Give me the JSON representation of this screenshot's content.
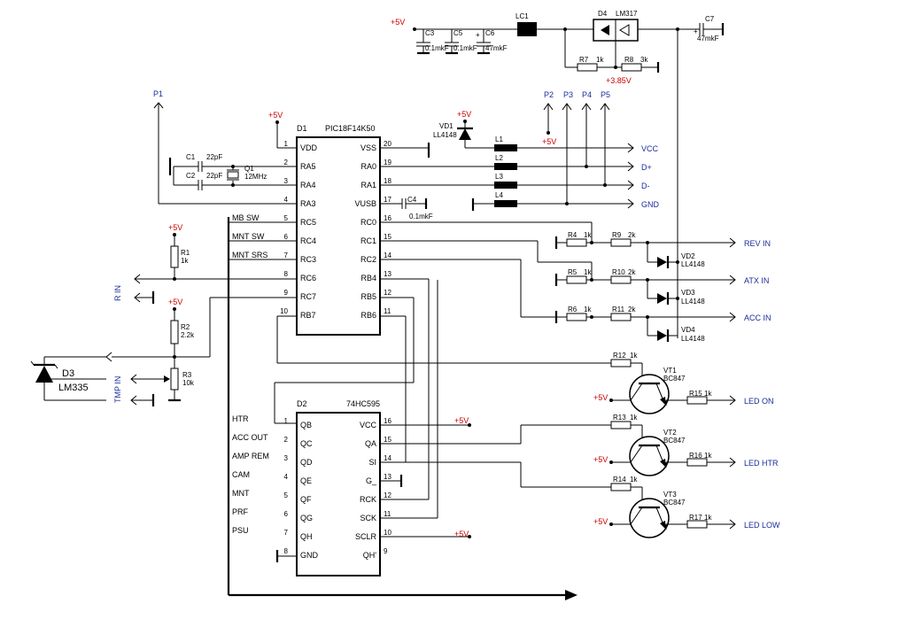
{
  "colors": {
    "power": "#cc0000",
    "port": "#1a2d9a",
    "line": "#000000"
  },
  "power": {
    "plus5v": "+5V",
    "v385": "+3.85V"
  },
  "d1": {
    "ref": "D1",
    "part": "PIC18F14K50",
    "left": [
      {
        "num": "1",
        "name": "VDD"
      },
      {
        "num": "2",
        "name": "RA5"
      },
      {
        "num": "3",
        "name": "RA4"
      },
      {
        "num": "4",
        "name": "RA3"
      },
      {
        "num": "5",
        "name": "RC5"
      },
      {
        "num": "6",
        "name": "RC4"
      },
      {
        "num": "7",
        "name": "RC3"
      },
      {
        "num": "8",
        "name": "RC6"
      },
      {
        "num": "9",
        "name": "RC7"
      },
      {
        "num": "10",
        "name": "RB7"
      }
    ],
    "right": [
      {
        "num": "20",
        "name": "VSS"
      },
      {
        "num": "19",
        "name": "RA0"
      },
      {
        "num": "18",
        "name": "RA1"
      },
      {
        "num": "17",
        "name": "VUSB"
      },
      {
        "num": "16",
        "name": "RC0"
      },
      {
        "num": "15",
        "name": "RC1"
      },
      {
        "num": "14",
        "name": "RC2"
      },
      {
        "num": "13",
        "name": "RB4"
      },
      {
        "num": "12",
        "name": "RB5"
      },
      {
        "num": "11",
        "name": "RB6"
      }
    ]
  },
  "d2": {
    "ref": "D2",
    "part": "74HC595",
    "left": [
      {
        "num": "1",
        "name": "QB"
      },
      {
        "num": "2",
        "name": "QC"
      },
      {
        "num": "3",
        "name": "QD"
      },
      {
        "num": "4",
        "name": "QE"
      },
      {
        "num": "5",
        "name": "QF"
      },
      {
        "num": "6",
        "name": "QG"
      },
      {
        "num": "7",
        "name": "QH"
      },
      {
        "num": "8",
        "name": "GND"
      }
    ],
    "right": [
      {
        "num": "16",
        "name": "VCC"
      },
      {
        "num": "15",
        "name": "QA"
      },
      {
        "num": "14",
        "name": "SI"
      },
      {
        "num": "13",
        "name": "G_"
      },
      {
        "num": "12",
        "name": "RCK"
      },
      {
        "num": "11",
        "name": "SCK"
      },
      {
        "num": "10",
        "name": "SCLR"
      },
      {
        "num": "9",
        "name": "QH'"
      }
    ]
  },
  "d2_nets": [
    "HTR",
    "ACC OUT",
    "AMP REM",
    "CAM",
    "MNT",
    "PRF",
    "PSU"
  ],
  "d1_nets": [
    "MB SW",
    "MNT SW",
    "MNT SRS"
  ],
  "ports": {
    "p1": "P1",
    "p2": "P2",
    "p3": "P3",
    "p4": "P4",
    "p5": "P5",
    "rin": "R IN",
    "tmpin": "TMP IN",
    "vcc": "VCC",
    "dplus": "D+",
    "dminus": "D-",
    "gnd": "GND",
    "rev": "REV IN",
    "atx": "ATX IN",
    "acc": "ACC IN",
    "ledon": "LED ON",
    "ledhtr": "LED HTR",
    "ledlow": "LED LOW"
  },
  "parts": {
    "c3": {
      "ref": "C3",
      "val": "0.1mkF"
    },
    "c5": {
      "ref": "C5",
      "val": "0.1mkF"
    },
    "c6": {
      "ref": "C6",
      "val": "47mkF"
    },
    "lc1": {
      "ref": "LC1"
    },
    "d4": {
      "ref": "D4",
      "val": "LM317"
    },
    "c7": {
      "ref": "C7",
      "val": "47mkF"
    },
    "r7": {
      "ref": "R7",
      "val": "1k"
    },
    "r8": {
      "ref": "R8",
      "val": "3k"
    },
    "vd1": {
      "ref": "VD1",
      "val": "LL4148"
    },
    "l1": {
      "ref": "L1"
    },
    "l2": {
      "ref": "L2"
    },
    "l3": {
      "ref": "L3"
    },
    "l4": {
      "ref": "L4"
    },
    "c1": {
      "ref": "C1",
      "val": "22pF"
    },
    "c2": {
      "ref": "C2",
      "val": "22pF"
    },
    "q1": {
      "ref": "Q1",
      "val": "12MHz"
    },
    "c4": {
      "ref": "C4",
      "val": "0.1mkF"
    },
    "r1": {
      "ref": "R1",
      "val": "1k"
    },
    "r2": {
      "ref": "R2",
      "val": "2.2k"
    },
    "r3": {
      "ref": "R3",
      "val": "10k"
    },
    "d3": {
      "ref": "D3",
      "val": "LM335"
    },
    "r4": {
      "ref": "R4",
      "val": "1k"
    },
    "r5": {
      "ref": "R5",
      "val": "1k"
    },
    "r6": {
      "ref": "R6",
      "val": "1k"
    },
    "r9": {
      "ref": "R9",
      "val": "2k"
    },
    "r10": {
      "ref": "R10",
      "val": "2k"
    },
    "r11": {
      "ref": "R11",
      "val": "2k"
    },
    "vd2": {
      "ref": "VD2",
      "val": "LL4148"
    },
    "vd3": {
      "ref": "VD3",
      "val": "LL4148"
    },
    "vd4": {
      "ref": "VD4",
      "val": "LL4148"
    },
    "r12": {
      "ref": "R12",
      "val": "1k"
    },
    "r13": {
      "ref": "R13",
      "val": "1k"
    },
    "r14": {
      "ref": "R14",
      "val": "1k"
    },
    "r15": {
      "ref": "R15",
      "val": "1k"
    },
    "r16": {
      "ref": "R16",
      "val": "1k"
    },
    "r17": {
      "ref": "R17",
      "val": "1k"
    },
    "vt1": {
      "ref": "VT1",
      "val": "BC847"
    },
    "vt2": {
      "ref": "VT2",
      "val": "BC847"
    },
    "vt3": {
      "ref": "VT3",
      "val": "BC847"
    }
  }
}
